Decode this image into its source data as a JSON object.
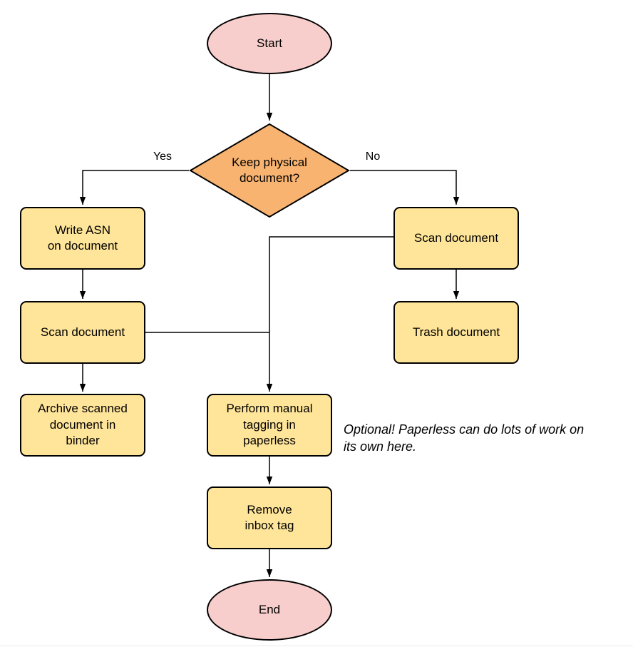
{
  "nodes": {
    "start": "Start",
    "decision": "Keep physical\ndocument?",
    "write_asn": "Write ASN\non document",
    "scan_left": "Scan document",
    "archive": "Archive scanned\ndocument in\nbinder",
    "scan_right": "Scan document",
    "trash": "Trash document",
    "tagging": "Perform manual\ntagging in\npaperless",
    "remove_inbox": "Remove\ninbox tag",
    "end": "End"
  },
  "edge_labels": {
    "yes": "Yes",
    "no": "No"
  },
  "annotation": "Optional! Paperless can do lots of work on\nits own here.",
  "colors": {
    "terminal-fill": "#f8cecc",
    "decision-fill": "#f8b370",
    "process-fill": "#ffe599",
    "stroke": "#000000"
  }
}
